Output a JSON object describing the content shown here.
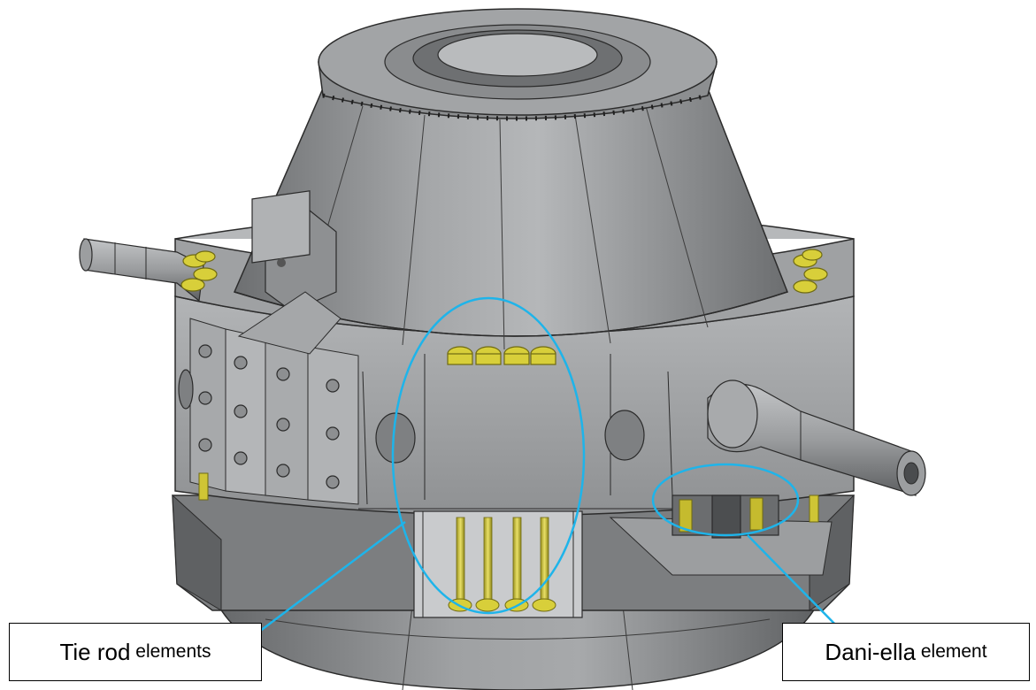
{
  "labels": {
    "tie_rod": {
      "main": "Tie rod",
      "suffix": " elements"
    },
    "dani_ella": {
      "main": "Dani-ella",
      "suffix": " element"
    }
  },
  "colors": {
    "steel_light": "#a9abad",
    "steel_mid": "#8a8c8e",
    "steel_dark": "#5f6163",
    "edge": "#2b2b2b",
    "yellow": "#d8cf3a",
    "yellow_dark": "#8d861a",
    "callout_blue": "#1eb4ea"
  },
  "icons": [
    "machine-drawing",
    "tie-rod-bolt",
    "nozzle"
  ]
}
